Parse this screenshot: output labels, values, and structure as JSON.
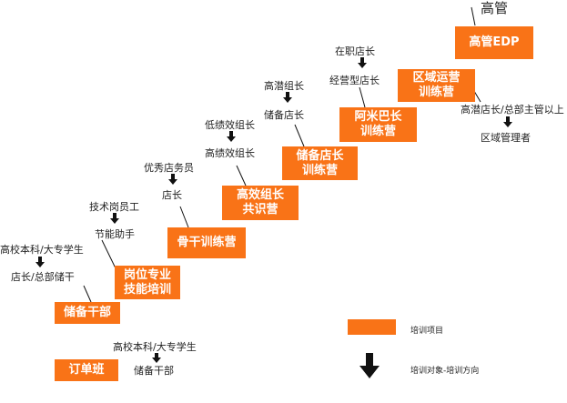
{
  "top_label": "高管",
  "boxes": [
    {
      "id": "edp",
      "lines": [
        "高管EDP"
      ]
    },
    {
      "id": "regional",
      "lines": [
        "区域运营",
        "训练营"
      ]
    },
    {
      "id": "amoeba",
      "lines": [
        "阿米巴长",
        "训练营"
      ]
    },
    {
      "id": "reserve-manager",
      "lines": [
        "储备店长",
        "训练营"
      ]
    },
    {
      "id": "efficient",
      "lines": [
        "高效组长",
        "共识营"
      ]
    },
    {
      "id": "backbone",
      "lines": [
        "骨干训练营"
      ]
    },
    {
      "id": "position",
      "lines": [
        "岗位专业",
        "技能培训"
      ]
    },
    {
      "id": "reserve-cadre",
      "lines": [
        "储备干部"
      ]
    },
    {
      "id": "order",
      "lines": [
        "订单班"
      ]
    }
  ],
  "labels": {
    "in_service_manager": "在职店长",
    "operations_manager": "经营型店长",
    "high_potential_leader": "高潜组长",
    "reserve_store_manager": "储备店长",
    "low_efficiency_leader": "低绩效组长",
    "efficient_leader": "高绩效组长",
    "excellent_clerk": "优秀店务员",
    "store_manager": "店长",
    "tech_staff": "技术岗员工",
    "energy_assistant": "节能助手",
    "grad_1": "高校本科/大专学生",
    "store_hq_reserve": "店长/总部储干",
    "grad_2": "高校本科/大专学生",
    "reserve_cadre_target": "储备干部",
    "high_potential_store_manager": "高潜店长/总部主管以上",
    "regional_manager": "区域管理者"
  },
  "legend": {
    "item_label": "培训项目",
    "direction_label": "培训对象-培训方向"
  },
  "colors": {
    "accent": "#f97317",
    "line": "#111111"
  }
}
